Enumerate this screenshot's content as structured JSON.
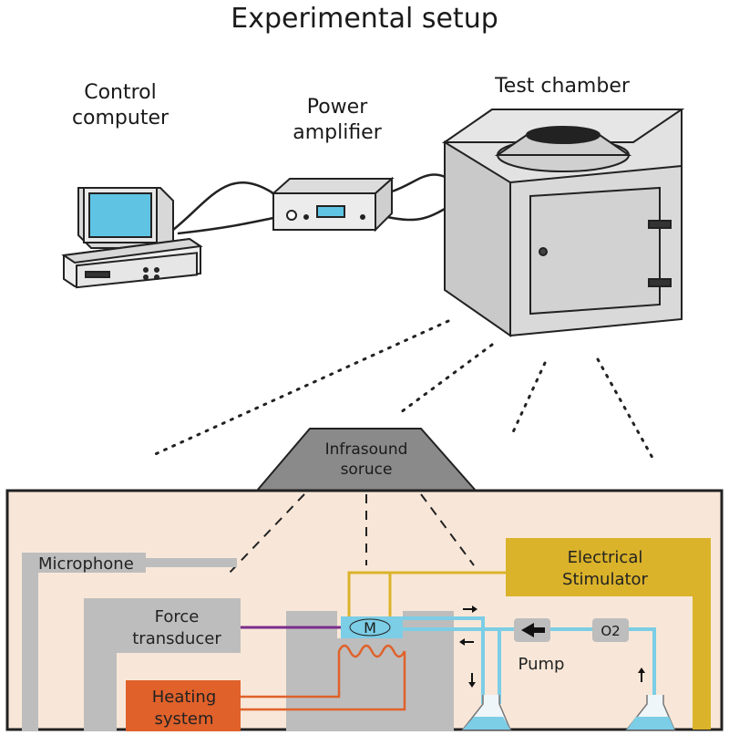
{
  "title": "Experimental setup",
  "labels": {
    "control_computer_line1": "Control",
    "control_computer_line2": "computer",
    "power_amplifier_line1": "Power",
    "power_amplifier_line2": "amplifier",
    "test_chamber": "Test chamber",
    "infrasound_line1": "Infrasound",
    "infrasound_line2": "soruce",
    "microphone": "Microphone",
    "force_transducer_line1": "Force",
    "force_transducer_line2": "transducer",
    "heating_line1": "Heating",
    "heating_line2": "system",
    "muscle": "M",
    "electrical_stimulator_line1": "Electrical",
    "electrical_stimulator_line2": "Stimulator",
    "pump": "Pump",
    "oxygen": "O2"
  },
  "colors": {
    "chamber_interior": "#f8e7d8",
    "stimulator": "#dbb32a",
    "heating": "#e0612a",
    "fluid": "#7ccde6",
    "wire_purple": "#7a2d8c",
    "gray_block": "#bdbdbd"
  }
}
